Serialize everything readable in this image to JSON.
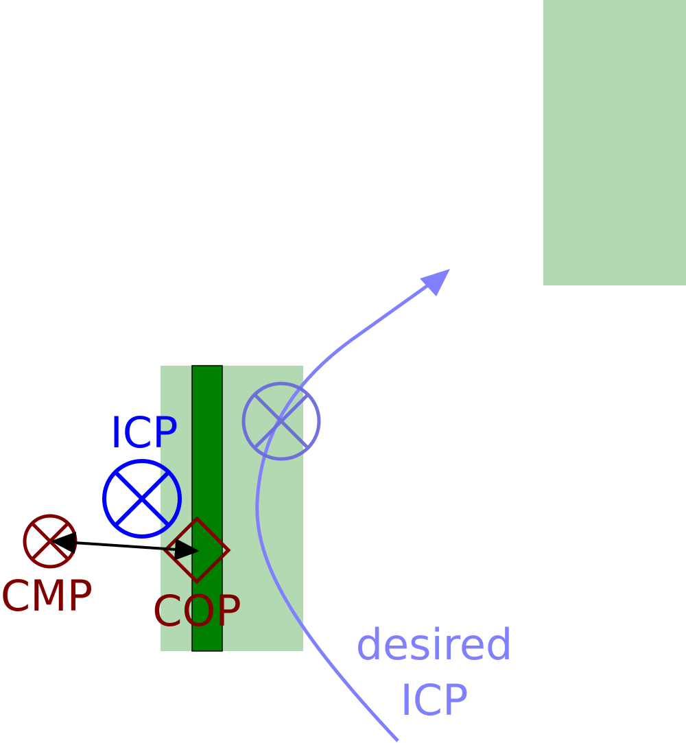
{
  "labels": {
    "icp": "ICP",
    "cmp": "CMP",
    "cop": "COP",
    "desired_line1": "desired",
    "desired_line2": "ICP"
  },
  "colors": {
    "foot_region": "#b3d9b3",
    "contact_bar": "#008000",
    "icp": "#0000ff",
    "cmp_cop": "#800000",
    "desired_icp": "#8080ff",
    "desired_icp_marker": "#6b6bdd",
    "arrow": "#000000"
  },
  "icons": {
    "icp_marker": "circle-cross-icon",
    "cmp_marker": "circle-cross-icon",
    "cop_marker": "diamond-icon",
    "desired_icp_marker": "circle-cross-icon"
  }
}
